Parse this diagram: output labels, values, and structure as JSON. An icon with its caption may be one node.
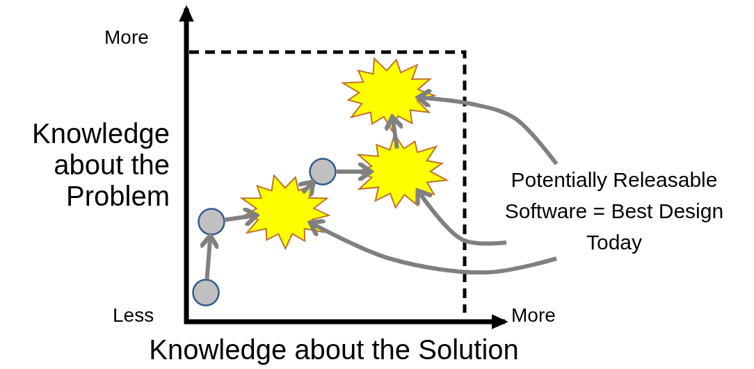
{
  "diagram": {
    "nodes": [
      {
        "text": [],
        "shape": "circle"
      },
      {
        "text": [],
        "shape": "circle"
      },
      {
        "text": [],
        "shape": "starburst"
      },
      {
        "text": [],
        "shape": "circle"
      },
      {
        "text": [],
        "shape": "starburst"
      },
      {
        "text": [],
        "shape": "starburst"
      },
      {
        "text": [
          "Potentially Releasable Software = Best Design Today"
        ]
      }
    ],
    "edges": [
      {
        "from": 0,
        "to": 1,
        "arrow": "to"
      },
      {
        "from": 1,
        "to": 2,
        "arrow": "to"
      },
      {
        "from": 2,
        "to": 3,
        "arrow": "to"
      },
      {
        "from": 3,
        "to": 4,
        "arrow": "to"
      },
      {
        "from": 4,
        "to": 5,
        "arrow": "to"
      },
      {
        "from": 6,
        "to": 5,
        "arrow": "to"
      },
      {
        "from": 6,
        "to": 4,
        "arrow": "to"
      },
      {
        "from": 6,
        "to": 2,
        "arrow": "to"
      }
    ],
    "labels": [
      "More",
      "Knowledge about the Problem",
      "Less",
      "More",
      "Knowledge about the Solution"
    ]
  }
}
